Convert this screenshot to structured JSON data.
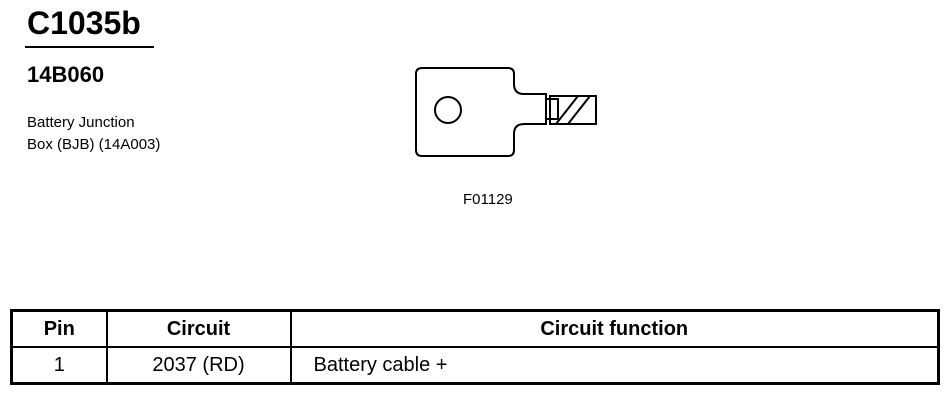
{
  "header": {
    "connector_id": "C1035b",
    "part_number": "14B060",
    "description_line1": "Battery Junction",
    "description_line2": "Box (BJB) (14A003)"
  },
  "diagram": {
    "icon": "ring-terminal-icon",
    "figure_id": "F01129"
  },
  "table": {
    "headers": [
      "Pin",
      "Circuit",
      "Circuit function"
    ],
    "rows": [
      {
        "pin": "1",
        "circuit": "2037 (RD)",
        "function": "Battery cable +"
      }
    ]
  }
}
